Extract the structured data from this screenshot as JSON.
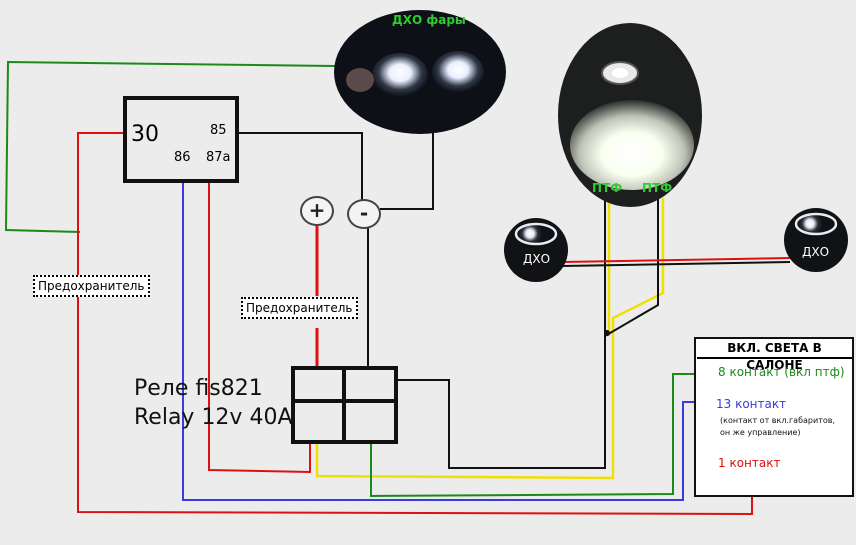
{
  "relay_main": {
    "pin_30": "30",
    "pin_85": "85",
    "pin_86": "86",
    "pin_87a": "87a"
  },
  "fuse_left": "Предохранитель",
  "fuse_mid": "Предохранитель",
  "terminal_plus": "+",
  "terminal_minus": "-",
  "relay_model": {
    "line1": "Реле fis821",
    "line2": "Relay 12v 40A"
  },
  "headlight_photo": {
    "label": "ДХО фары"
  },
  "fog_photo": {
    "label_left": "ПТФ",
    "label_right": "ПТФ"
  },
  "drl_left": "ДХО",
  "drl_right": "ДХО",
  "cabin_switch": {
    "title": "ВКЛ. СВЕТА В САЛОНЕ",
    "contact_8": "8 контакт (вкл птф)",
    "contact_13": "13 контакт",
    "contact_13_note_line1": "(контакт от вкл.габаритов,",
    "contact_13_note_line2": "он же управление)",
    "contact_1": "1 контакт"
  },
  "colors": {
    "wire_red": "#e01010",
    "wire_green": "#1a8a1a",
    "wire_blue": "#3a3ae0",
    "wire_yellow": "#f0e000",
    "wire_black": "#111111"
  }
}
